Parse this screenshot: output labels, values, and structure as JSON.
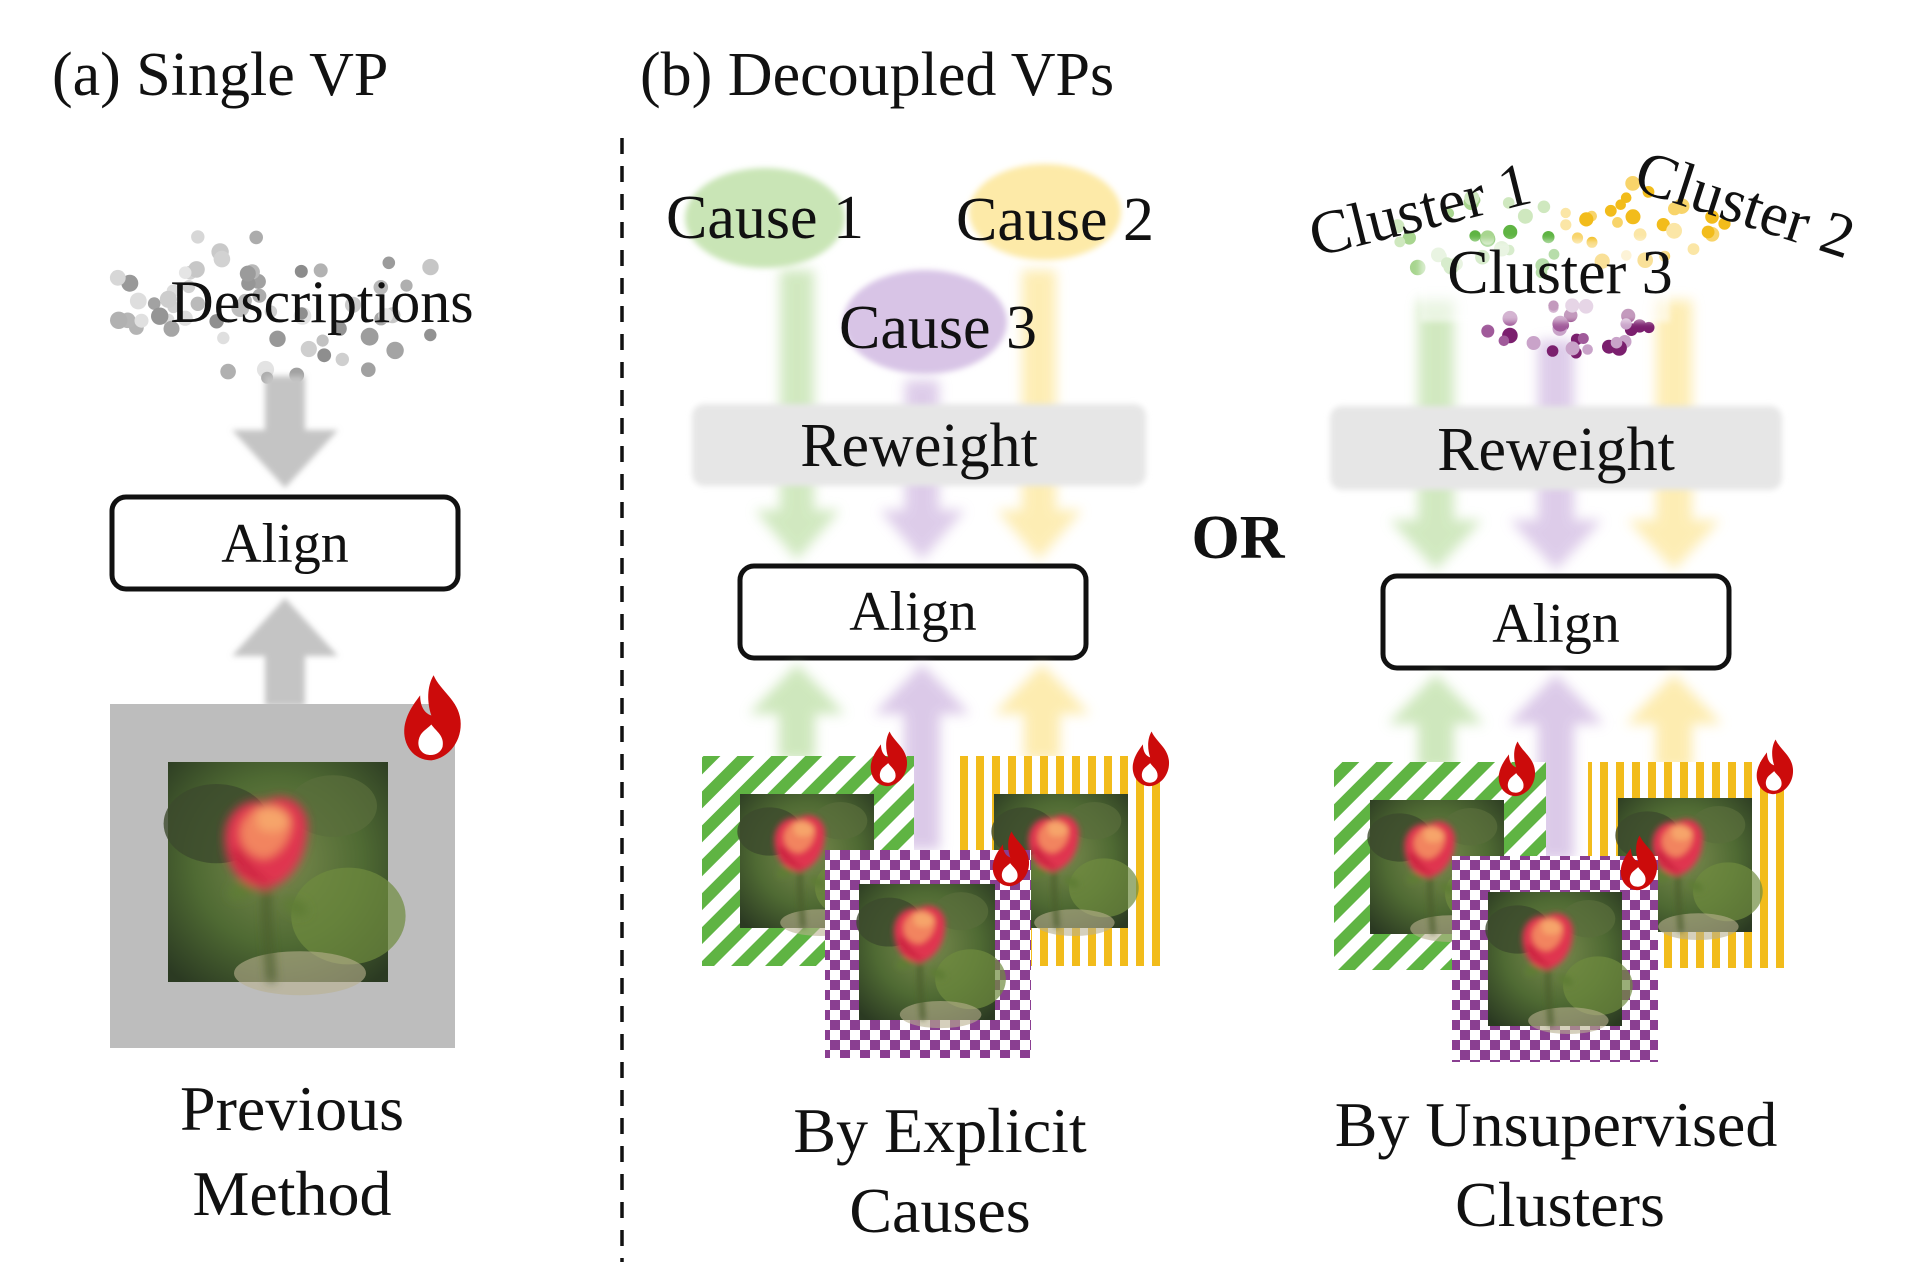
{
  "panels": {
    "a": {
      "title": "(a) Single VP",
      "descriptions_label": "Descriptions",
      "align_label": "Align",
      "caption_line1": "Previous",
      "caption_line2": "Method"
    },
    "b": {
      "title": "(b) Decoupled VPs",
      "or_label": "OR",
      "explicit": {
        "causes": [
          "Cause 1",
          "Cause 2",
          "Cause 3"
        ],
        "reweight_label": "Reweight",
        "align_label": "Align",
        "caption_line1": "By Explicit",
        "caption_line2": "Causes"
      },
      "unsupervised": {
        "clusters": [
          "Cluster 1",
          "Cluster 2",
          "Cluster 3"
        ],
        "reweight_label": "Reweight",
        "align_label": "Align",
        "caption_line1": "By Unsupervised",
        "caption_line2": "Clusters"
      }
    }
  },
  "colors": {
    "cause1": "#c9e5b6",
    "cause2": "#fdeaa8",
    "cause3": "#d8c4e6",
    "arrow_gray": "#c4c4c4",
    "reweight_box": "#e6e6e6",
    "prompt_gray": "#bdbdbd",
    "stripe_green": "#5fb443",
    "stripe_yellow": "#f2bc1b",
    "check_purple": "#8a3f91",
    "flame": "#cc0b0b"
  },
  "icons": {
    "trainable": "flame-icon",
    "image": "rose-photo"
  }
}
